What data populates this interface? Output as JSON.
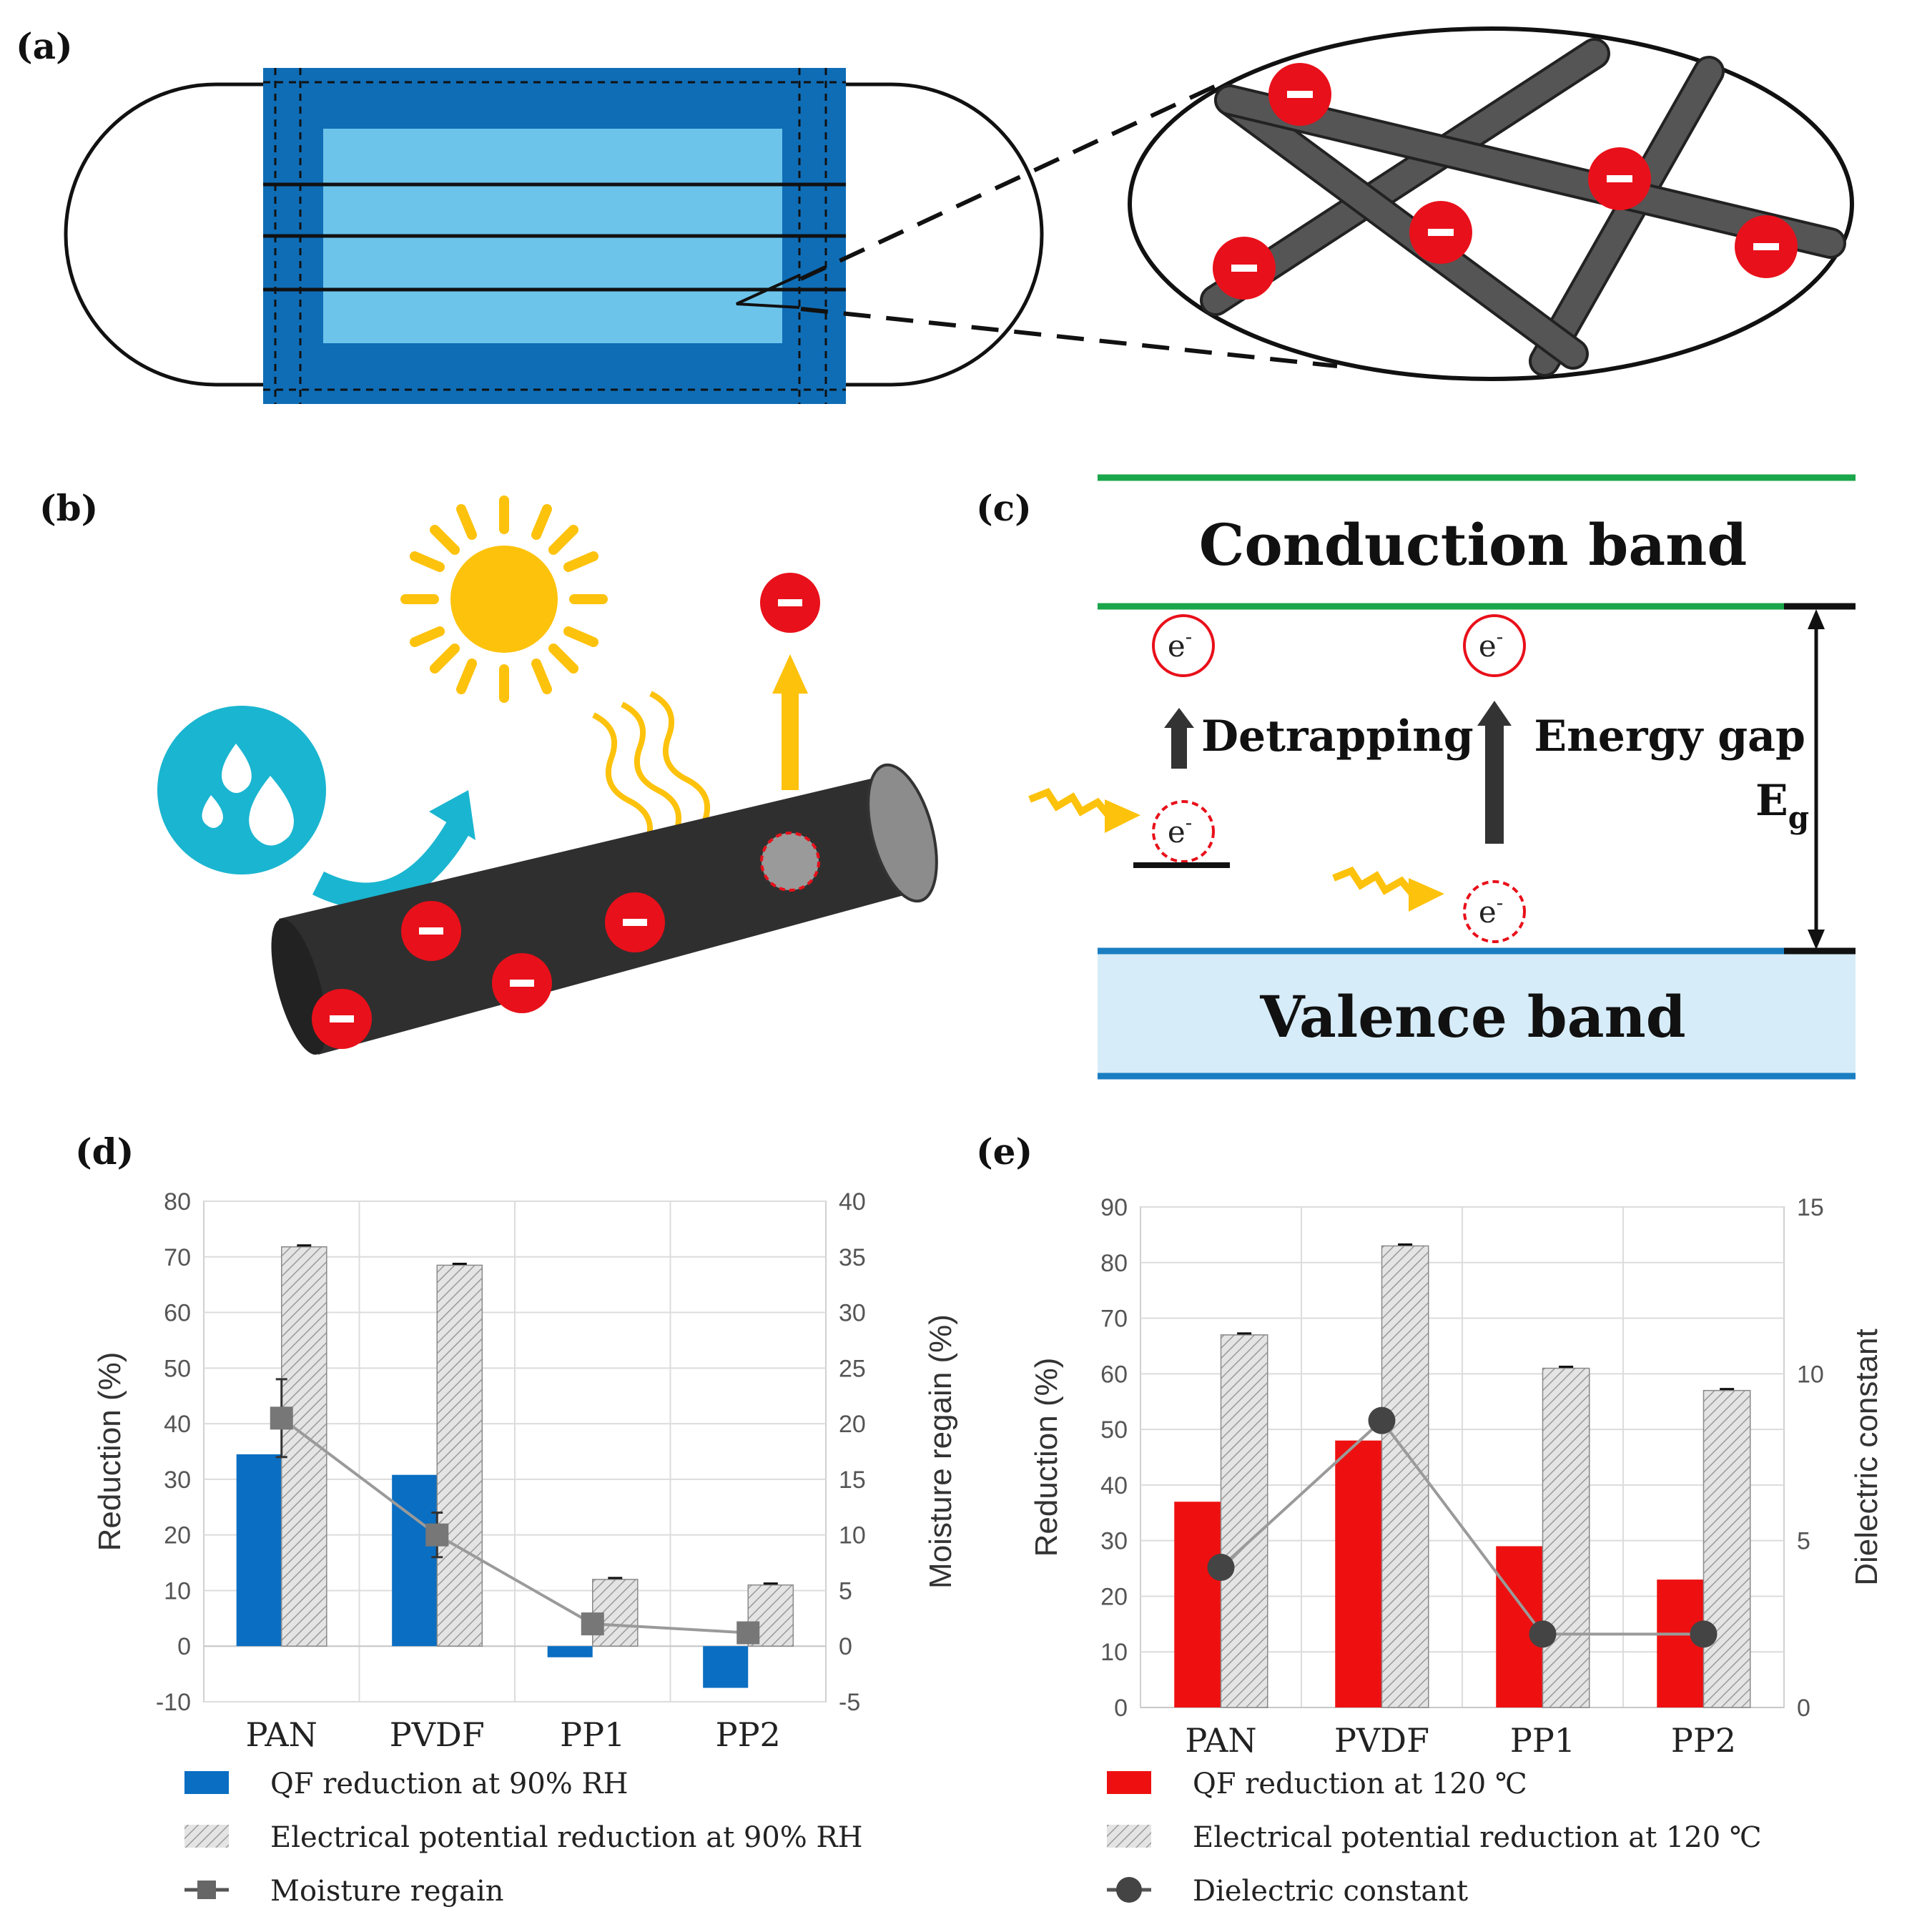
{
  "panels": {
    "a": "(a)",
    "b": "(b)",
    "c": "(c)",
    "d": "(d)",
    "e": "(e)"
  },
  "band_diagram": {
    "conduction": "Conduction band",
    "valence": "Valence band",
    "detrapping": "Detrapping",
    "energy_gap": "Energy gap",
    "eg_main": "E",
    "eg_sub": "g",
    "electron": "e",
    "electron_sup": "-"
  },
  "colors": {
    "mask_blue": "#0f6db6",
    "mask_light": "#6cc4ea",
    "fiber": "#3a3a3a",
    "charge_red": "#e8101a",
    "sun": "#fdc20c",
    "water": "#1ab5d0",
    "band_green": "#1aa64a",
    "band_blue": "#1a7ec2",
    "valence_fill": "#d6ecf8",
    "qf_blue": "#0a6ec2",
    "qf_red": "#ee1010",
    "hatch_gray": "#cfcfcf",
    "line_gray": "#9a9a9a"
  },
  "chart_data": [
    {
      "type": "bar",
      "categories": [
        "PAN",
        "PVDF",
        "PP1",
        "PP2"
      ],
      "ylabel": "Reduction (%)",
      "y2label": "Moisture regain (%)",
      "ylim": [
        -10,
        80
      ],
      "y2lim": [
        -5,
        40
      ],
      "yticks": [
        "-10",
        "0",
        "10",
        "20",
        "30",
        "40",
        "50",
        "60",
        "70",
        "80"
      ],
      "y2ticks": [
        "-5",
        "0",
        "5",
        "10",
        "15",
        "20",
        "25",
        "30",
        "35",
        "40"
      ],
      "series": [
        {
          "name": "QF reduction at 90% RH",
          "values": [
            34.5,
            30.8,
            -2,
            -7.5
          ]
        },
        {
          "name": "Electrical potential reduction at 90% RH",
          "values": [
            71.8,
            68.5,
            12,
            11
          ]
        },
        {
          "name": "Moisture regain",
          "axis": "right",
          "values": [
            20.5,
            10,
            2,
            1.2
          ],
          "errors": [
            3.5,
            2,
            0,
            0
          ]
        }
      ]
    },
    {
      "type": "bar",
      "categories": [
        "PAN",
        "PVDF",
        "PP1",
        "PP2"
      ],
      "ylabel": "Reduction (%)",
      "y2label": "Dielectric constant",
      "ylim": [
        0,
        90
      ],
      "y2lim": [
        0,
        15
      ],
      "yticks": [
        "0",
        "10",
        "20",
        "30",
        "40",
        "50",
        "60",
        "70",
        "80",
        "90"
      ],
      "y2ticks": [
        "0",
        "5",
        "10",
        "15"
      ],
      "series": [
        {
          "name": "QF reduction at 120 ℃",
          "values": [
            37,
            48,
            29,
            23
          ]
        },
        {
          "name": "Electrical potential reduction at 120 ℃",
          "values": [
            67,
            83,
            61,
            57
          ]
        },
        {
          "name": "Dielectric constant",
          "axis": "right",
          "values": [
            4.2,
            8.6,
            2.2,
            2.2
          ]
        }
      ]
    }
  ]
}
